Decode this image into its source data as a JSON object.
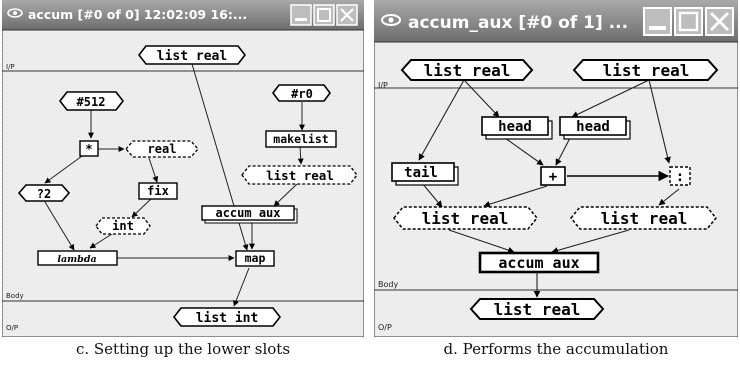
{
  "left": {
    "title": "accum [#0 of 0]  12:02:09 16:...",
    "section_io_top": "I/P",
    "section_body": "Body",
    "section_io_bottom": "O/P",
    "nodes": {
      "input_list_real": "list real",
      "const_512": "#512",
      "const_r0": "#r0",
      "multiply": "*",
      "real": "real",
      "makelist": "makelist",
      "list_real_mid": "list real",
      "q2": "?2",
      "fix": "fix",
      "int": "int",
      "accum_aux": "accum aux",
      "lambda": "lambda",
      "map": "map",
      "output_list_int": "list int"
    },
    "caption": "c. Setting up the lower slots"
  },
  "right": {
    "title": "accum_aux [#0 of 1] ...",
    "section_io_top": "I/P",
    "section_body": "Body",
    "section_io_bottom": "O/P",
    "nodes": {
      "input_list_real_1": "list real",
      "input_list_real_2": "list real",
      "head_1": "head",
      "head_2": "head",
      "tail": "tail",
      "plus": "+",
      "dots": ":",
      "list_real_3": "list real",
      "list_real_4": "list real",
      "accum_aux": "accum aux",
      "output_list_real": "list real"
    },
    "caption": "d. Performs the accumulation"
  }
}
